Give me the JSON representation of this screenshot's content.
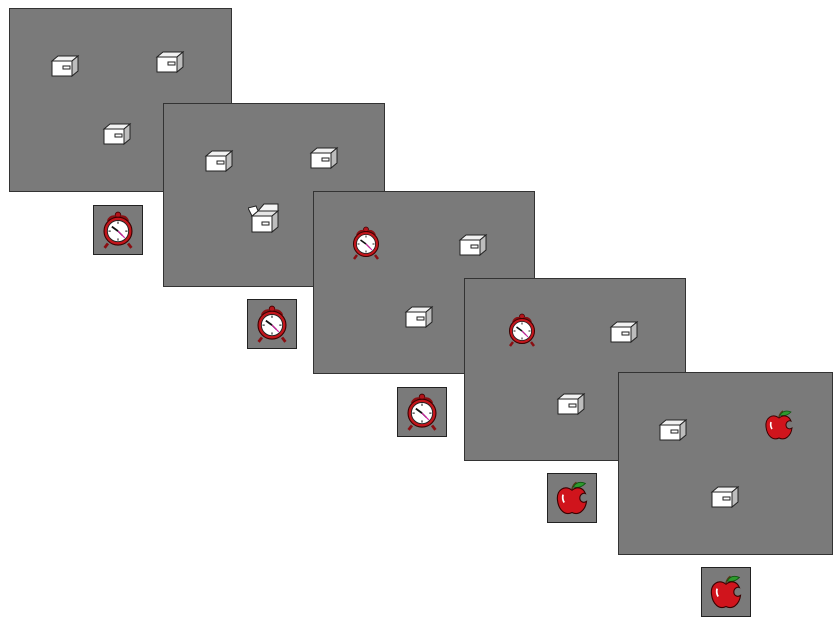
{
  "colors": {
    "background": "#ffffff",
    "screen_gray": "#7a7a7a",
    "border": "#333333"
  },
  "icon_names": [
    "box-icon",
    "open-box-icon",
    "alarm-clock-icon",
    "apple-icon"
  ],
  "frames": [
    {
      "screen_objects": [
        "box",
        "box",
        "box"
      ],
      "cue": "alarm-clock"
    },
    {
      "screen_objects": [
        "box",
        "box",
        "open-box"
      ],
      "cue": "alarm-clock"
    },
    {
      "screen_objects": [
        "alarm-clock",
        "box",
        "box"
      ],
      "cue": "alarm-clock"
    },
    {
      "screen_objects": [
        "alarm-clock",
        "box",
        "box"
      ],
      "cue": "apple"
    },
    {
      "screen_objects": [
        "box",
        "apple",
        "box"
      ],
      "cue": "apple"
    }
  ]
}
